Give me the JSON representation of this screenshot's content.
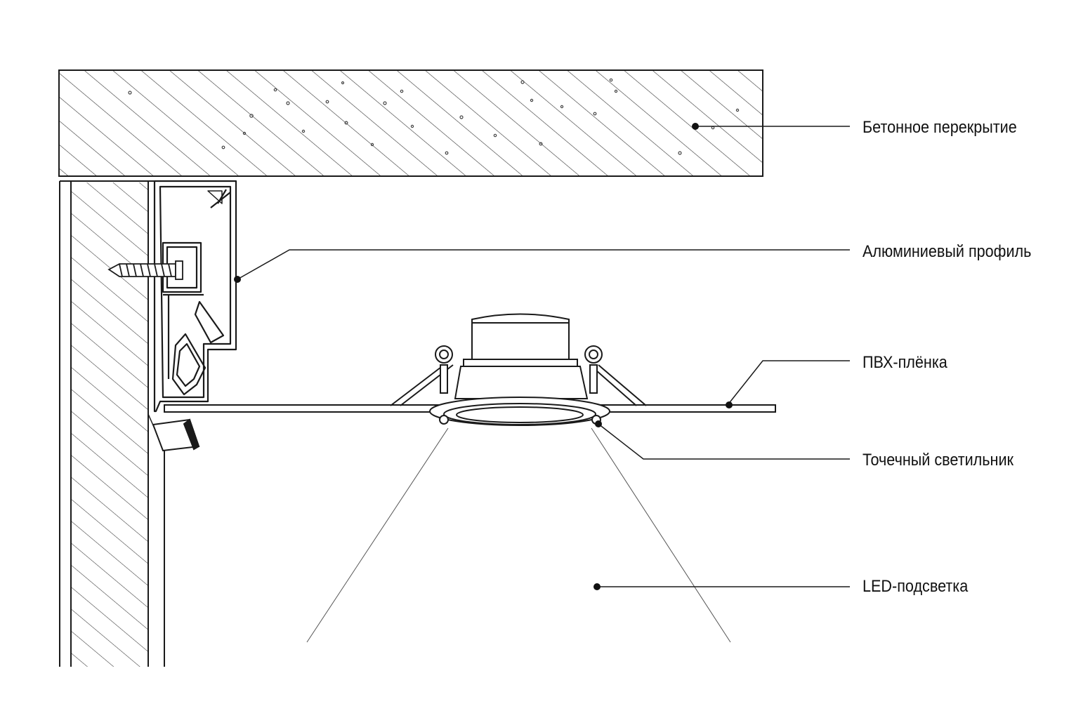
{
  "labels": {
    "concrete": "Бетонное перекрытие",
    "profile": "Алюминиевый профиль",
    "film": "ПВХ-плёнка",
    "lamp": "Точечный светильник",
    "led": "LED-подсветка"
  },
  "colors": {
    "stroke": "#1a1a1a",
    "background": "#ffffff"
  }
}
